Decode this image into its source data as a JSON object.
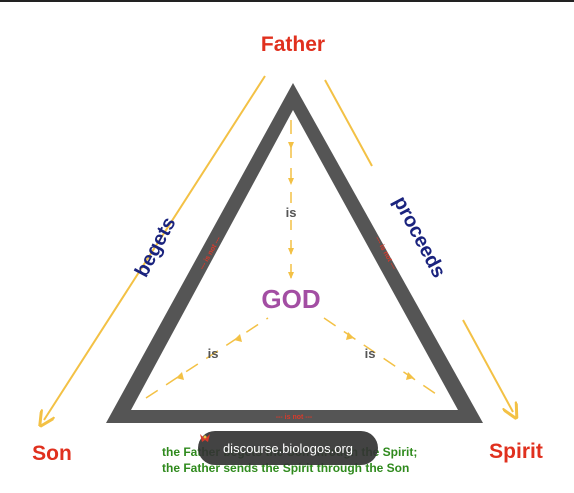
{
  "nodes": {
    "father": "Father",
    "son": "Son",
    "spirit": "Spirit",
    "god": "GOD"
  },
  "relations": {
    "begets": "begets",
    "proceeds": "proceeds",
    "is_not": "--- is not ---",
    "is": "is"
  },
  "caption": {
    "line1": "the Father begets the Son through the Spirit;",
    "line2": "the Father sends the Spirit through the Son"
  },
  "watermark": {
    "text": "discourse.biologos.org",
    "icon": "biologos-logo-icon"
  },
  "colors": {
    "person_red": "#e0301e",
    "god_purple": "#a34ea3",
    "relation_navy": "#1a237e",
    "arrow_gold": "#f3c145",
    "triangle_gray": "#555555",
    "caption_green": "#2f8a1d",
    "is_not_red": "#d93a2b"
  }
}
